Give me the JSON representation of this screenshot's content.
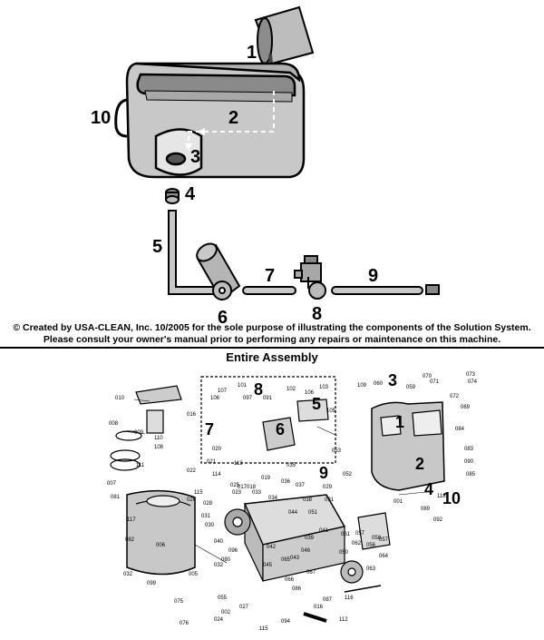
{
  "solution_system": {
    "callouts": [
      "1",
      "2",
      "3",
      "4",
      "5",
      "6",
      "7",
      "8",
      "9",
      "10"
    ]
  },
  "credit": {
    "line1": "© Created by USA-CLEAN, Inc. 10/2005 for the sole purpose of illustrating the components of the Solution System.",
    "line2": "Please consult your owner's manual prior to performing any repairs or maintenance on this machine."
  },
  "entire_assembly": {
    "title": "Entire Assembly",
    "callouts": [
      "1",
      "2",
      "3",
      "4",
      "5",
      "6",
      "7",
      "8",
      "9",
      "10"
    ],
    "part_numbers": [
      "010",
      "008",
      "009",
      "110",
      "108",
      "007",
      "111",
      "081",
      "117",
      "006",
      "082",
      "032",
      "099",
      "005",
      "107",
      "101",
      "102",
      "106",
      "016",
      "097",
      "106",
      "091",
      "105",
      "103",
      "020",
      "021",
      "022",
      "114",
      "113",
      "019",
      "115",
      "026",
      "028",
      "031",
      "030",
      "025",
      "017",
      "018",
      "023",
      "040",
      "033",
      "034",
      "035",
      "036",
      "037",
      "038",
      "053",
      "052",
      "091",
      "029",
      "051",
      "044",
      "046",
      "043",
      "045",
      "042",
      "041",
      "039",
      "096",
      "080",
      "032",
      "065",
      "066",
      "067",
      "086",
      "024",
      "087",
      "002",
      "027",
      "075",
      "076",
      "055",
      "057",
      "058",
      "094",
      "115",
      "016",
      "112",
      "109",
      "060",
      "070",
      "071",
      "073",
      "074",
      "072",
      "069",
      "059",
      "084",
      "083",
      "090",
      "085",
      "089",
      "118",
      "092",
      "001",
      "061",
      "062",
      "056",
      "057",
      "063",
      "064",
      "116",
      "050"
    ]
  },
  "colors": {
    "line": "#000000",
    "tank": "#c8c8c8",
    "tank_dark": "#9a9a9a",
    "water": "#e6e6e6",
    "flow": "#ffffff"
  }
}
